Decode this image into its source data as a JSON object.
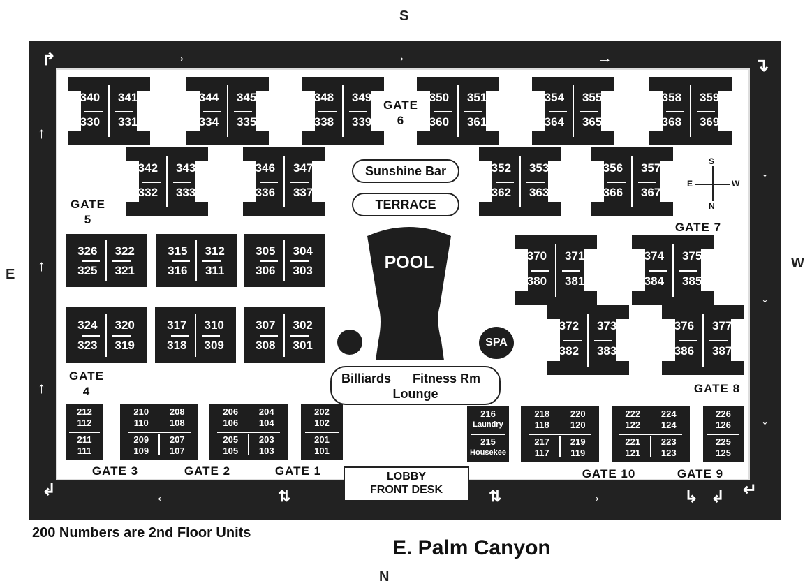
{
  "compass": {
    "top": "S",
    "bottom": "N",
    "left": "E",
    "right": "W"
  },
  "street": "E. Palm Canyon",
  "footnote": "200 Numbers are 2nd Floor Units",
  "mini_compass": {
    "n": "S",
    "s": "N",
    "e": "E",
    "w": "W"
  },
  "pool": "POOL",
  "spa": "SPA",
  "sunshine_bar": "Sunshine Bar",
  "terrace": "TERRACE",
  "billiards": "Billiards",
  "fitness": "Fitness Rm",
  "lounge": "Lounge",
  "lobby_1": "LOBBY",
  "lobby_2": "FRONT DESK",
  "gates": {
    "g1": "GATE 1",
    "g2": "GATE 2",
    "g3": "GATE 3",
    "g4a": "GATE",
    "g4b": "4",
    "g5a": "GATE",
    "g5b": "5",
    "g6a": "GATE",
    "g6b": "6",
    "g7": "GATE 7",
    "g8": "GATE 8",
    "g9": "GATE 9",
    "g10": "GATE 10"
  },
  "buildings": [
    {
      "id": "b1",
      "tl": "340",
      "tr": "341",
      "bl": "330",
      "br": "331"
    },
    {
      "id": "b2",
      "tl": "344",
      "tr": "345",
      "bl": "334",
      "br": "335"
    },
    {
      "id": "b3",
      "tl": "348",
      "tr": "349",
      "bl": "338",
      "br": "339"
    },
    {
      "id": "b4",
      "tl": "350",
      "tr": "351",
      "bl": "360",
      "br": "361"
    },
    {
      "id": "b5",
      "tl": "354",
      "tr": "355",
      "bl": "364",
      "br": "365"
    },
    {
      "id": "b6",
      "tl": "358",
      "tr": "359",
      "bl": "368",
      "br": "369"
    },
    {
      "id": "b7",
      "tl": "342",
      "tr": "343",
      "bl": "332",
      "br": "333"
    },
    {
      "id": "b8",
      "tl": "346",
      "tr": "347",
      "bl": "336",
      "br": "337"
    },
    {
      "id": "b9",
      "tl": "352",
      "tr": "353",
      "bl": "362",
      "br": "363"
    },
    {
      "id": "b10",
      "tl": "356",
      "tr": "357",
      "bl": "366",
      "br": "367"
    },
    {
      "id": "b11",
      "tl": "326",
      "tr": "322",
      "bl": "325",
      "br": "321"
    },
    {
      "id": "b12",
      "tl": "315",
      "tr": "312",
      "bl": "316",
      "br": "311"
    },
    {
      "id": "b13",
      "tl": "305",
      "tr": "304",
      "bl": "306",
      "br": "303"
    },
    {
      "id": "b14",
      "tl": "324",
      "tr": "320",
      "bl": "323",
      "br": "319"
    },
    {
      "id": "b15",
      "tl": "317",
      "tr": "310",
      "bl": "318",
      "br": "309"
    },
    {
      "id": "b16",
      "tl": "307",
      "tr": "302",
      "bl": "308",
      "br": "301"
    },
    {
      "id": "b17",
      "tl": "370",
      "tr": "371",
      "bl": "380",
      "br": "381"
    },
    {
      "id": "b18",
      "tl": "374",
      "tr": "375",
      "bl": "384",
      "br": "385"
    },
    {
      "id": "b19",
      "tl": "372",
      "tr": "373",
      "bl": "382",
      "br": "383"
    },
    {
      "id": "b20",
      "tl": "376",
      "tr": "377",
      "bl": "386",
      "br": "387"
    }
  ],
  "small_buildings": [
    {
      "id": "s1",
      "lines": [
        "212",
        "112",
        "211",
        "111"
      ]
    },
    {
      "id": "s2",
      "tl": "210",
      "tr": "208",
      "tl2": "110",
      "tr2": "108",
      "bl": "209",
      "br": "207",
      "bl2": "109",
      "br2": "107"
    },
    {
      "id": "s3",
      "tl": "206",
      "tr": "204",
      "tl2": "106",
      "tr2": "104",
      "bl": "205",
      "br": "203",
      "bl2": "105",
      "br2": "103"
    },
    {
      "id": "s4",
      "lines": [
        "202",
        "102",
        "201",
        "101"
      ]
    },
    {
      "id": "s5",
      "lines": [
        "216",
        "Laundry",
        "215",
        "Housekee"
      ]
    },
    {
      "id": "s6",
      "tl": "218",
      "tr": "220",
      "tl2": "118",
      "tr2": "120",
      "bl": "217",
      "br": "219",
      "bl2": "117",
      "br2": "119"
    },
    {
      "id": "s7",
      "tl": "222",
      "tr": "224",
      "tl2": "122",
      "tr2": "124",
      "bl": "221",
      "br": "223",
      "bl2": "121",
      "br2": "123"
    },
    {
      "id": "s8",
      "lines": [
        "226",
        "126",
        "225",
        "125"
      ]
    }
  ]
}
